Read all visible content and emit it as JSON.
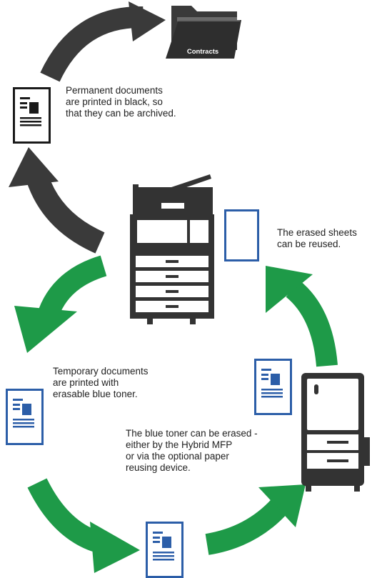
{
  "folder": {
    "label": "Contracts"
  },
  "captions": {
    "permanent": [
      "Permanent documents",
      "are printed in black, so",
      "that they can be archived."
    ],
    "reused": [
      "The erased sheets",
      "can be reused."
    ],
    "temporary": [
      "Temporary documents",
      "are printed with",
      "erasable blue toner."
    ],
    "erased": [
      "The blue toner can be erased -",
      "either by the Hybrid MFP",
      "or via the optional paper",
      "reusing device."
    ]
  },
  "colors": {
    "dark_arrow": "#3a3a3a",
    "green_arrow": "#1e9a48",
    "blue_doc": "#2c5ea8",
    "black_doc": "#1a1a1a",
    "device": "#333333"
  }
}
